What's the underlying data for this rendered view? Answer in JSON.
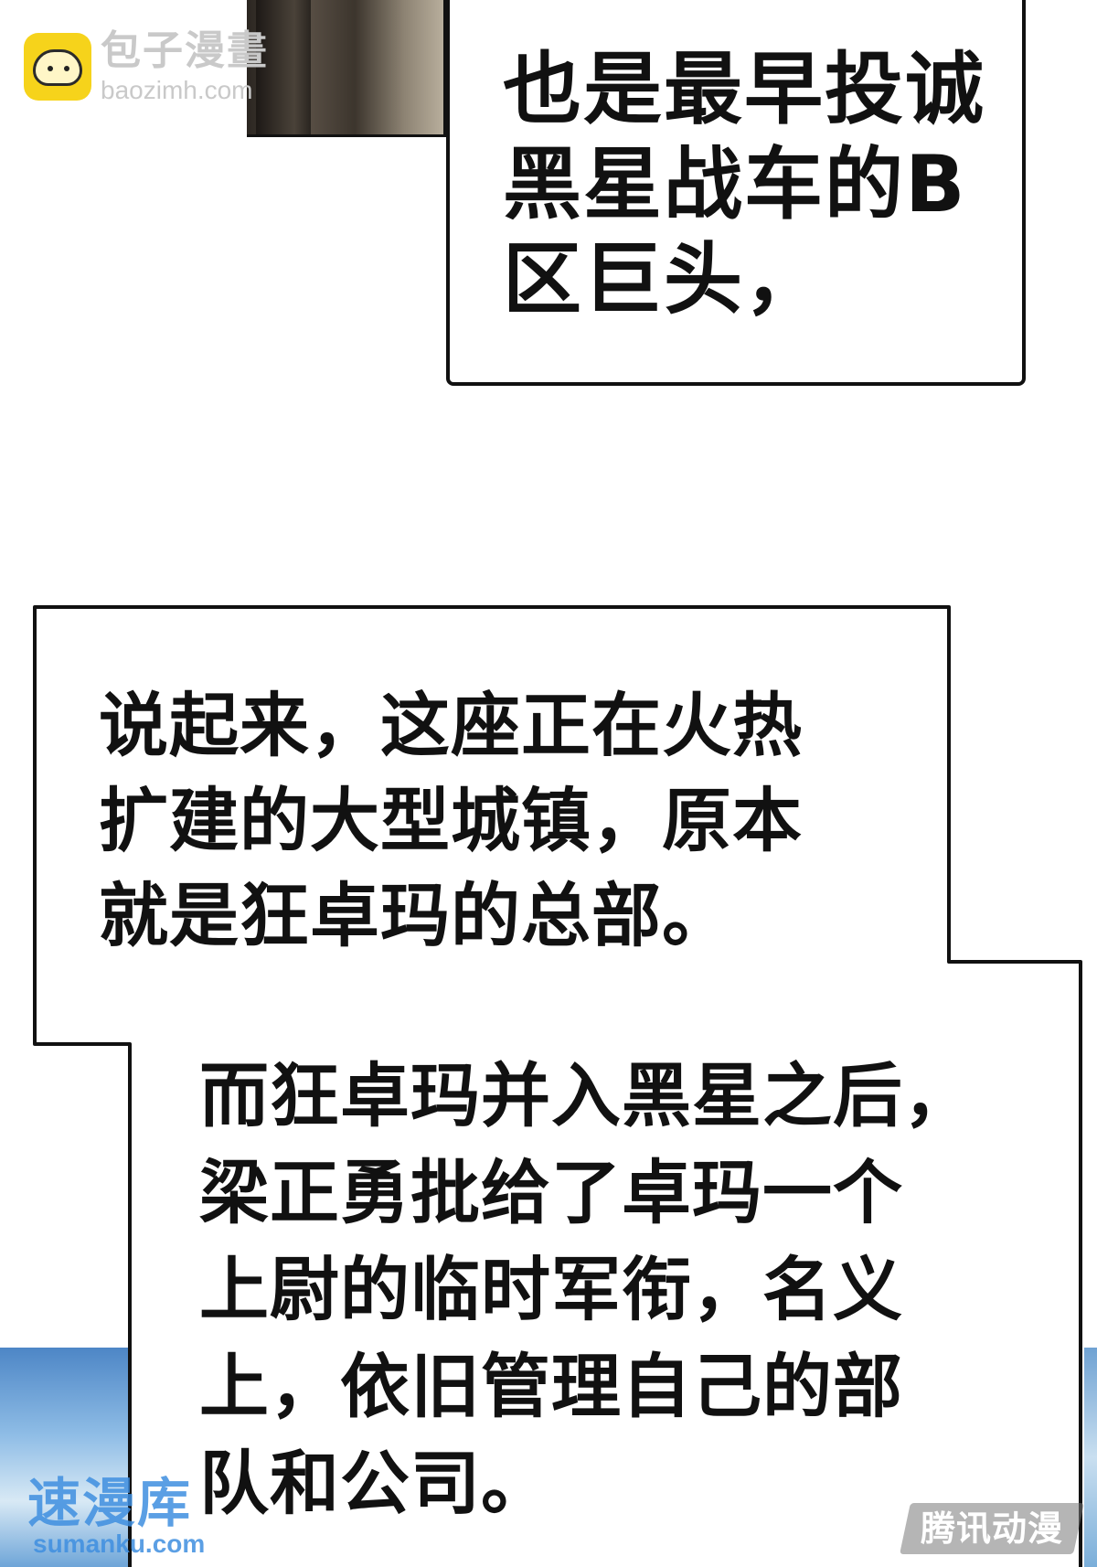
{
  "watermark_top": {
    "name": "包子漫畫",
    "url": "baozimh.com"
  },
  "bubbles": {
    "first": "也是最早投诚\n黑星战车的B\n区巨头，",
    "second": "说起来，这座正在火热\n扩建的大型城镇，原本\n就是狂卓玛的总部。",
    "third": "而狂卓玛并入黑星之后，\n梁正勇批给了卓玛一个\n上尉的临时军衔，名义\n上，依旧管理自己的部\n队和公司。"
  },
  "watermark_bottom_left": {
    "name": "速漫库",
    "url": "sumanku.com"
  },
  "watermark_bottom_right": {
    "name": "腾讯动漫"
  },
  "colors": {
    "logo_yellow": "#f6d31b",
    "text": "#111111",
    "watermark_blue": "#3f8fe0"
  }
}
